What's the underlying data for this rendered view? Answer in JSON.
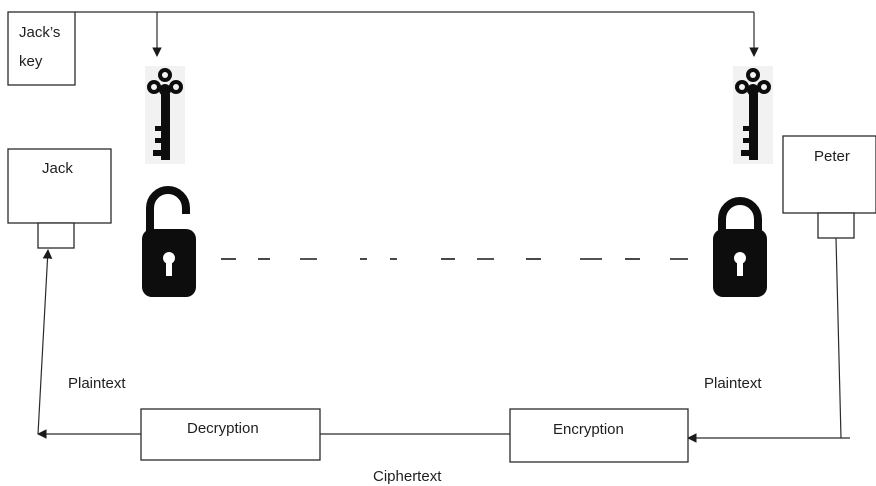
{
  "key_box": {
    "line1": "Jack’s",
    "line2": "key"
  },
  "jack": {
    "label": "Jack"
  },
  "peter": {
    "label": "Peter"
  },
  "labels": {
    "plaintext_left": "Plaintext",
    "plaintext_right": "Plaintext",
    "ciphertext": "Ciphertext"
  },
  "decryption": {
    "label": "Decryption"
  },
  "encryption": {
    "label": "Encryption"
  },
  "icons": {
    "left_key": "key-icon",
    "right_key": "key-icon",
    "left_lock": "unlocked-padlock-icon",
    "right_lock": "locked-padlock-icon"
  },
  "colors": {
    "stroke": "#2b2b2b",
    "icon": "#0d0d0d",
    "background": "#ffffff"
  }
}
